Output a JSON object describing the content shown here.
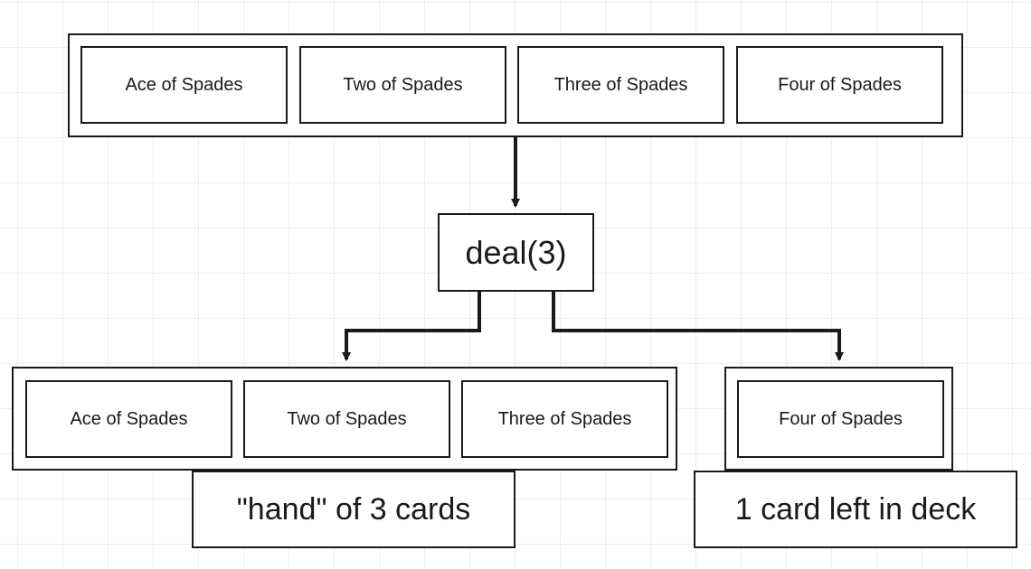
{
  "deck": {
    "cards": [
      "Ace of Spades",
      "Two of Spades",
      "Three of Spades",
      "Four of Spades"
    ]
  },
  "operation": {
    "label": "deal(3)"
  },
  "hand": {
    "cards": [
      "Ace of Spades",
      "Two of Spades",
      "Three of Spades"
    ],
    "caption": "\"hand\" of 3 cards"
  },
  "remaining": {
    "cards": [
      "Four of Spades"
    ],
    "caption": "1 card left in deck"
  }
}
